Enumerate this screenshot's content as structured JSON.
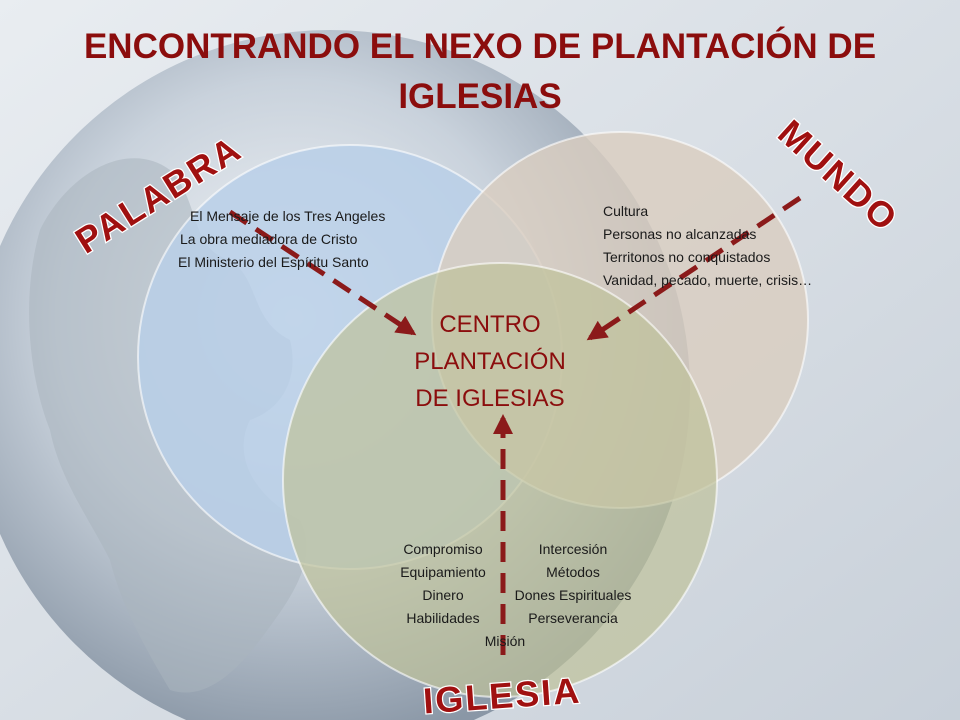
{
  "title": {
    "line1": "ENCONTRANDO EL NEXO DE PLANTACIÓN DE",
    "line2": "IGLESIAS"
  },
  "labels": {
    "palabra": "PALABRA",
    "mundo": "MUNDO",
    "iglesia": "IGLESIA"
  },
  "center": {
    "line1": "CENTRO",
    "line2": "PLANTACIÓN",
    "line3": "DE IGLESIAS"
  },
  "palabra_items": [
    "El Mensaje de los Tres Angeles",
    "La obra mediadora de Cristo",
    "El Ministerio del Espíritu Santo"
  ],
  "mundo_items": [
    "Cultura",
    "Personas no alcanzadas",
    "Territonos no conquistados",
    "Vanidad, pecado, muerte, crisis…"
  ],
  "iglesia_items": {
    "left": [
      "Compromiso",
      "Equipamiento",
      "Dinero",
      "Habilidades"
    ],
    "right": [
      "Intercesión",
      "Métodos",
      "Dones Espirituales",
      "Perseverancia"
    ],
    "bottom": "Misión"
  },
  "colors": {
    "title": "#8b0d0d",
    "arrow": "#8b1a1a",
    "circle_palabra": "#b9cfe8",
    "circle_mundo": "#d9cdbf",
    "circle_iglesia": "#bfc29a"
  }
}
